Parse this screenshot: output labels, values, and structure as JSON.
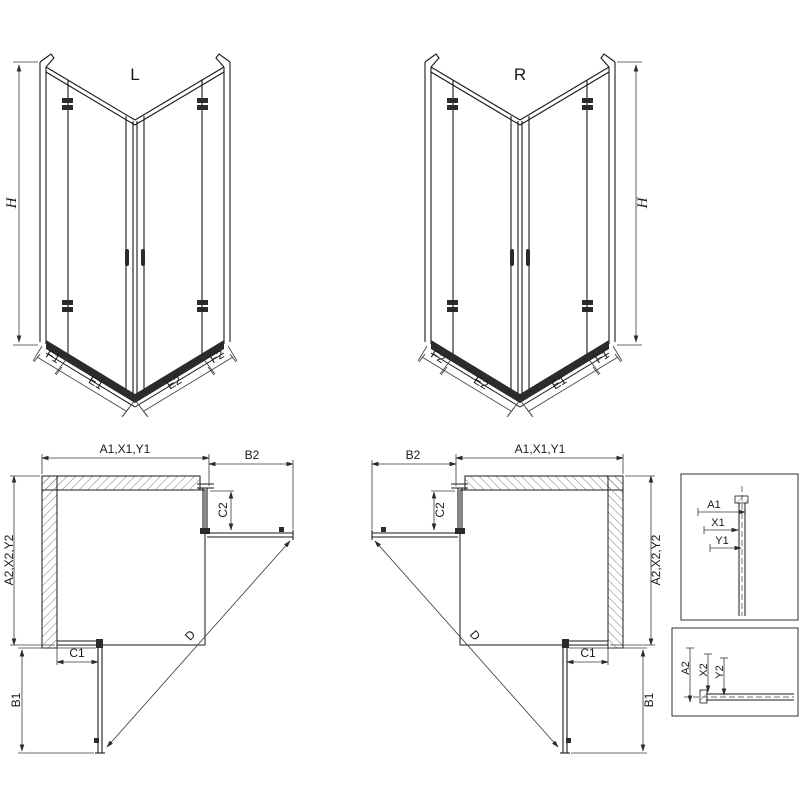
{
  "views": {
    "iso_left": {
      "title": "L",
      "height": "H",
      "f1": "F1",
      "e1": "E1",
      "e2": "E2",
      "f2": "F2"
    },
    "iso_right": {
      "title": "R",
      "height": "H",
      "f1": "F1",
      "e1": "E1",
      "e2": "E2",
      "f2": "F2"
    },
    "plan_left": {
      "width_top": "A1,X1,Y1",
      "door_top": "B2",
      "fixed_top": "C2",
      "depth_side": "A2,X2,Y2",
      "fixed_bottom": "C1",
      "door_bottom": "B1",
      "diagonal": "D"
    },
    "plan_right": {
      "width_top": "A1,X1,Y1",
      "door_top": "B2",
      "fixed_top": "C2",
      "depth_side": "A2,X2,Y2",
      "fixed_bottom": "C1",
      "door_bottom": "B1",
      "diagonal": "D"
    },
    "detail_top": {
      "a1": "A1",
      "x1": "X1",
      "y1": "Y1"
    },
    "detail_bottom": {
      "a2": "A2",
      "x2": "X2",
      "y2": "Y2"
    }
  },
  "colors": {
    "line": "#1a1a1a",
    "dim": "#3a3a3a",
    "dark": "#2b2b2b",
    "hatch": "#777777",
    "background": "#ffffff"
  }
}
